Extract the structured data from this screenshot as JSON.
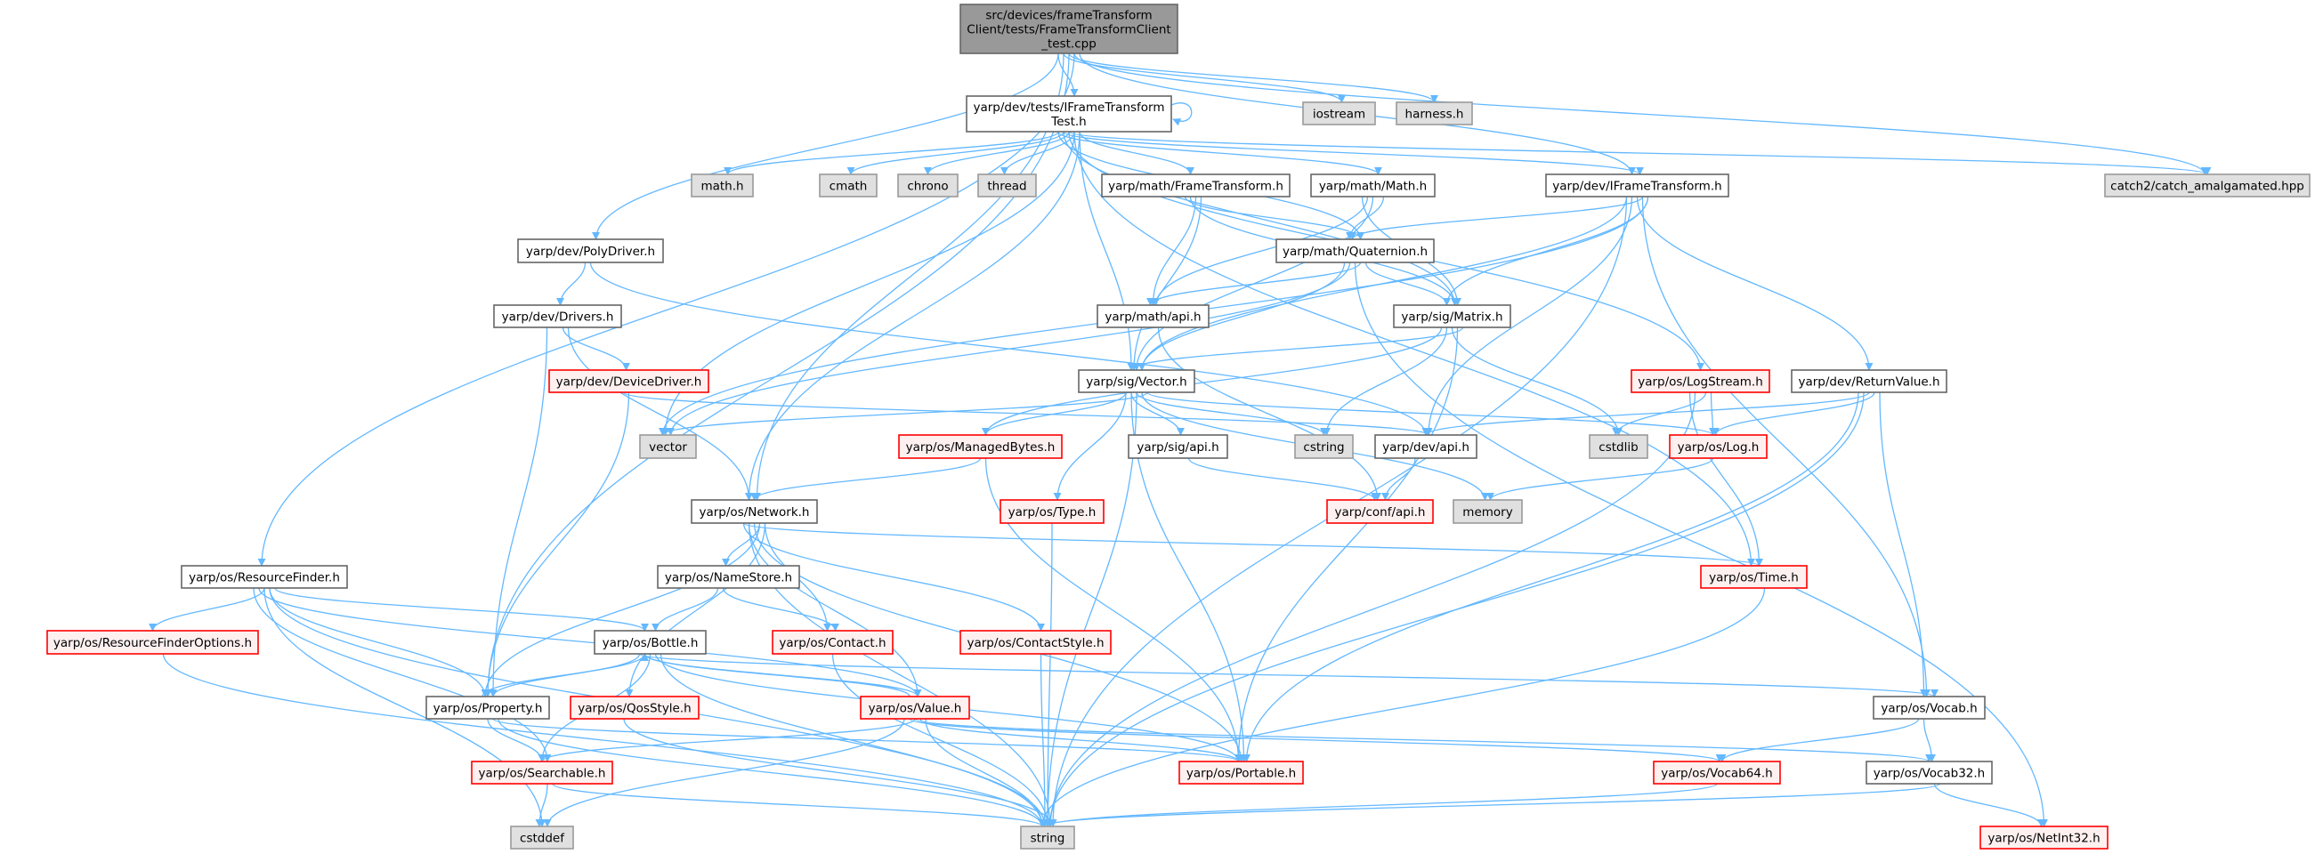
{
  "title": "Include dependency graph for FrameTransformClient_test.cpp",
  "colors": {
    "edge": "#63b8ff",
    "root_fill": "#999999",
    "system_fill": "#e0e0e0",
    "truncated_border": "#ff0000",
    "truncated_fill": "#fff0f0"
  },
  "nodes": {
    "root": {
      "lines": [
        "src/devices/frameTransform",
        "Client/tests/FrameTransformClient",
        "_test.cpp"
      ],
      "kind": "root"
    },
    "iftt": {
      "lines": [
        "yarp/dev/tests/IFrameTransform",
        "Test.h"
      ],
      "kind": "normal"
    },
    "iostream": {
      "lines": [
        "iostream"
      ],
      "kind": "sys"
    },
    "harness": {
      "lines": [
        "harness.h"
      ],
      "kind": "sys"
    },
    "mathh": {
      "lines": [
        "math.h"
      ],
      "kind": "sys"
    },
    "cmath": {
      "lines": [
        "cmath"
      ],
      "kind": "sys"
    },
    "chrono": {
      "lines": [
        "chrono"
      ],
      "kind": "sys"
    },
    "thread": {
      "lines": [
        "thread"
      ],
      "kind": "sys"
    },
    "ft": {
      "lines": [
        "yarp/math/FrameTransform.h"
      ],
      "kind": "normal"
    },
    "math": {
      "lines": [
        "yarp/math/Math.h"
      ],
      "kind": "normal"
    },
    "ift": {
      "lines": [
        "yarp/dev/IFrameTransform.h"
      ],
      "kind": "normal"
    },
    "catch2": {
      "lines": [
        "catch2/catch_amalgamated.hpp"
      ],
      "kind": "sys"
    },
    "poly": {
      "lines": [
        "yarp/dev/PolyDriver.h"
      ],
      "kind": "normal"
    },
    "quat": {
      "lines": [
        "yarp/math/Quaternion.h"
      ],
      "kind": "normal"
    },
    "drivers": {
      "lines": [
        "yarp/dev/Drivers.h"
      ],
      "kind": "normal"
    },
    "mapi": {
      "lines": [
        "yarp/math/api.h"
      ],
      "kind": "normal"
    },
    "matrix": {
      "lines": [
        "yarp/sig/Matrix.h"
      ],
      "kind": "normal"
    },
    "devdrv": {
      "lines": [
        "yarp/dev/DeviceDriver.h"
      ],
      "kind": "red"
    },
    "sigvec": {
      "lines": [
        "yarp/sig/Vector.h"
      ],
      "kind": "normal"
    },
    "logstream": {
      "lines": [
        "yarp/os/LogStream.h"
      ],
      "kind": "red"
    },
    "retval": {
      "lines": [
        "yarp/dev/ReturnValue.h"
      ],
      "kind": "normal"
    },
    "vector": {
      "lines": [
        "vector"
      ],
      "kind": "sys"
    },
    "managed": {
      "lines": [
        "yarp/os/ManagedBytes.h"
      ],
      "kind": "red"
    },
    "sigapi": {
      "lines": [
        "yarp/sig/api.h"
      ],
      "kind": "normal"
    },
    "cstring": {
      "lines": [
        "cstring"
      ],
      "kind": "sys"
    },
    "devapi": {
      "lines": [
        "yarp/dev/api.h"
      ],
      "kind": "normal"
    },
    "cstdlib": {
      "lines": [
        "cstdlib"
      ],
      "kind": "sys"
    },
    "log": {
      "lines": [
        "yarp/os/Log.h"
      ],
      "kind": "red"
    },
    "network": {
      "lines": [
        "yarp/os/Network.h"
      ],
      "kind": "normal"
    },
    "type": {
      "lines": [
        "yarp/os/Type.h"
      ],
      "kind": "red"
    },
    "confapi": {
      "lines": [
        "yarp/conf/api.h"
      ],
      "kind": "red"
    },
    "memory": {
      "lines": [
        "memory"
      ],
      "kind": "sys"
    },
    "resfinder": {
      "lines": [
        "yarp/os/ResourceFinder.h"
      ],
      "kind": "normal"
    },
    "namestore": {
      "lines": [
        "yarp/os/NameStore.h"
      ],
      "kind": "normal"
    },
    "time": {
      "lines": [
        "yarp/os/Time.h"
      ],
      "kind": "red"
    },
    "rfo": {
      "lines": [
        "yarp/os/ResourceFinderOptions.h"
      ],
      "kind": "red"
    },
    "bottle": {
      "lines": [
        "yarp/os/Bottle.h"
      ],
      "kind": "normal"
    },
    "contact": {
      "lines": [
        "yarp/os/Contact.h"
      ],
      "kind": "red"
    },
    "contactstyle": {
      "lines": [
        "yarp/os/ContactStyle.h"
      ],
      "kind": "red"
    },
    "property": {
      "lines": [
        "yarp/os/Property.h"
      ],
      "kind": "normal"
    },
    "qos": {
      "lines": [
        "yarp/os/QosStyle.h"
      ],
      "kind": "red"
    },
    "value": {
      "lines": [
        "yarp/os/Value.h"
      ],
      "kind": "red"
    },
    "vocab": {
      "lines": [
        "yarp/os/Vocab.h"
      ],
      "kind": "normal"
    },
    "searchable": {
      "lines": [
        "yarp/os/Searchable.h"
      ],
      "kind": "red"
    },
    "portable": {
      "lines": [
        "yarp/os/Portable.h"
      ],
      "kind": "red"
    },
    "vocab64": {
      "lines": [
        "yarp/os/Vocab64.h"
      ],
      "kind": "red"
    },
    "vocab32": {
      "lines": [
        "yarp/os/Vocab32.h"
      ],
      "kind": "normal"
    },
    "cstddef": {
      "lines": [
        "cstddef"
      ],
      "kind": "sys"
    },
    "string": {
      "lines": [
        "string"
      ],
      "kind": "sys"
    },
    "netint32": {
      "lines": [
        "yarp/os/NetInt32.h"
      ],
      "kind": "red"
    }
  },
  "edges": [
    [
      "root",
      "iftt"
    ],
    [
      "root",
      "iostream"
    ],
    [
      "root",
      "harness"
    ],
    [
      "root",
      "catch2"
    ],
    [
      "root",
      "ift"
    ],
    [
      "root",
      "poly"
    ],
    [
      "root",
      "network"
    ],
    [
      "root",
      "property"
    ],
    [
      "root",
      "resfinder"
    ],
    [
      "iftt",
      "iftt"
    ],
    [
      "iftt",
      "mathh"
    ],
    [
      "iftt",
      "cmath"
    ],
    [
      "iftt",
      "chrono"
    ],
    [
      "iftt",
      "thread"
    ],
    [
      "iftt",
      "ft"
    ],
    [
      "iftt",
      "math"
    ],
    [
      "iftt",
      "ift"
    ],
    [
      "iftt",
      "catch2"
    ],
    [
      "iftt",
      "vector"
    ],
    [
      "iftt",
      "sigvec"
    ],
    [
      "iftt",
      "quat"
    ],
    [
      "iftt",
      "matrix"
    ],
    [
      "iftt",
      "logstream"
    ],
    [
      "iftt",
      "time"
    ],
    [
      "iftt",
      "network"
    ],
    [
      "ft",
      "quat"
    ],
    [
      "ft",
      "matrix"
    ],
    [
      "ft",
      "mapi"
    ],
    [
      "ft",
      "sigvec"
    ],
    [
      "math",
      "quat"
    ],
    [
      "math",
      "matrix"
    ],
    [
      "math",
      "mapi"
    ],
    [
      "math",
      "sigvec"
    ],
    [
      "ift",
      "quat"
    ],
    [
      "ift",
      "matrix"
    ],
    [
      "ift",
      "sigvec"
    ],
    [
      "ift",
      "devapi"
    ],
    [
      "ift",
      "retval"
    ],
    [
      "ift",
      "vocab"
    ],
    [
      "ift",
      "vector"
    ],
    [
      "ift",
      "string"
    ],
    [
      "poly",
      "drivers"
    ],
    [
      "poly",
      "devapi"
    ],
    [
      "drivers",
      "devdrv"
    ],
    [
      "drivers",
      "network"
    ],
    [
      "drivers",
      "property"
    ],
    [
      "devdrv",
      "devapi"
    ],
    [
      "devdrv",
      "property"
    ],
    [
      "quat",
      "mapi"
    ],
    [
      "quat",
      "matrix"
    ],
    [
      "quat",
      "sigvec"
    ],
    [
      "quat",
      "vector"
    ],
    [
      "quat",
      "netint32"
    ],
    [
      "mapi",
      "confapi"
    ],
    [
      "matrix",
      "sigvec"
    ],
    [
      "matrix",
      "managed"
    ],
    [
      "matrix",
      "cstring"
    ],
    [
      "matrix",
      "cstdlib"
    ],
    [
      "matrix",
      "portable"
    ],
    [
      "sigvec",
      "vector"
    ],
    [
      "sigvec",
      "managed"
    ],
    [
      "sigvec",
      "sigapi"
    ],
    [
      "sigvec",
      "cstring"
    ],
    [
      "sigvec",
      "memory"
    ],
    [
      "sigvec",
      "log"
    ],
    [
      "sigvec",
      "type"
    ],
    [
      "sigvec",
      "portable"
    ],
    [
      "sigvec",
      "string"
    ],
    [
      "logstream",
      "cstdlib"
    ],
    [
      "logstream",
      "log"
    ],
    [
      "logstream",
      "time"
    ],
    [
      "logstream",
      "string"
    ],
    [
      "retval",
      "devapi"
    ],
    [
      "retval",
      "log"
    ],
    [
      "retval",
      "vocab"
    ],
    [
      "retval",
      "portable"
    ],
    [
      "retval",
      "string"
    ],
    [
      "managed",
      "network"
    ],
    [
      "managed",
      "portable"
    ],
    [
      "sigapi",
      "confapi"
    ],
    [
      "devapi",
      "confapi"
    ],
    [
      "log",
      "memory"
    ],
    [
      "type",
      "string"
    ],
    [
      "network",
      "namestore"
    ],
    [
      "network",
      "contact"
    ],
    [
      "network",
      "contactstyle"
    ],
    [
      "network",
      "value"
    ],
    [
      "network",
      "portable"
    ],
    [
      "network",
      "property"
    ],
    [
      "network",
      "qos"
    ],
    [
      "network",
      "time"
    ],
    [
      "network",
      "string"
    ],
    [
      "resfinder",
      "rfo"
    ],
    [
      "resfinder",
      "property"
    ],
    [
      "resfinder",
      "bottle"
    ],
    [
      "resfinder",
      "searchable"
    ],
    [
      "resfinder",
      "value"
    ],
    [
      "resfinder",
      "cstddef"
    ],
    [
      "resfinder",
      "string"
    ],
    [
      "rfo",
      "string"
    ],
    [
      "namestore",
      "bottle"
    ],
    [
      "namestore",
      "contact"
    ],
    [
      "contact",
      "string"
    ],
    [
      "contactstyle",
      "string"
    ],
    [
      "time",
      "string"
    ],
    [
      "bottle",
      "property"
    ],
    [
      "bottle",
      "value"
    ],
    [
      "bottle",
      "searchable"
    ],
    [
      "bottle",
      "portable"
    ],
    [
      "bottle",
      "string"
    ],
    [
      "bottle",
      "vocab"
    ],
    [
      "property",
      "bottle"
    ],
    [
      "property",
      "searchable"
    ],
    [
      "property",
      "portable"
    ],
    [
      "property",
      "string"
    ],
    [
      "qos",
      "string"
    ],
    [
      "value",
      "bottle"
    ],
    [
      "value",
      "searchable"
    ],
    [
      "value",
      "portable"
    ],
    [
      "value",
      "string"
    ],
    [
      "value",
      "cstddef"
    ],
    [
      "value",
      "vocab64"
    ],
    [
      "value",
      "vocab32"
    ],
    [
      "searchable",
      "cstddef"
    ],
    [
      "searchable",
      "string"
    ],
    [
      "vocab",
      "vocab64"
    ],
    [
      "vocab",
      "vocab32"
    ],
    [
      "vocab64",
      "string"
    ],
    [
      "vocab32",
      "netint32"
    ],
    [
      "vocab32",
      "string"
    ]
  ]
}
